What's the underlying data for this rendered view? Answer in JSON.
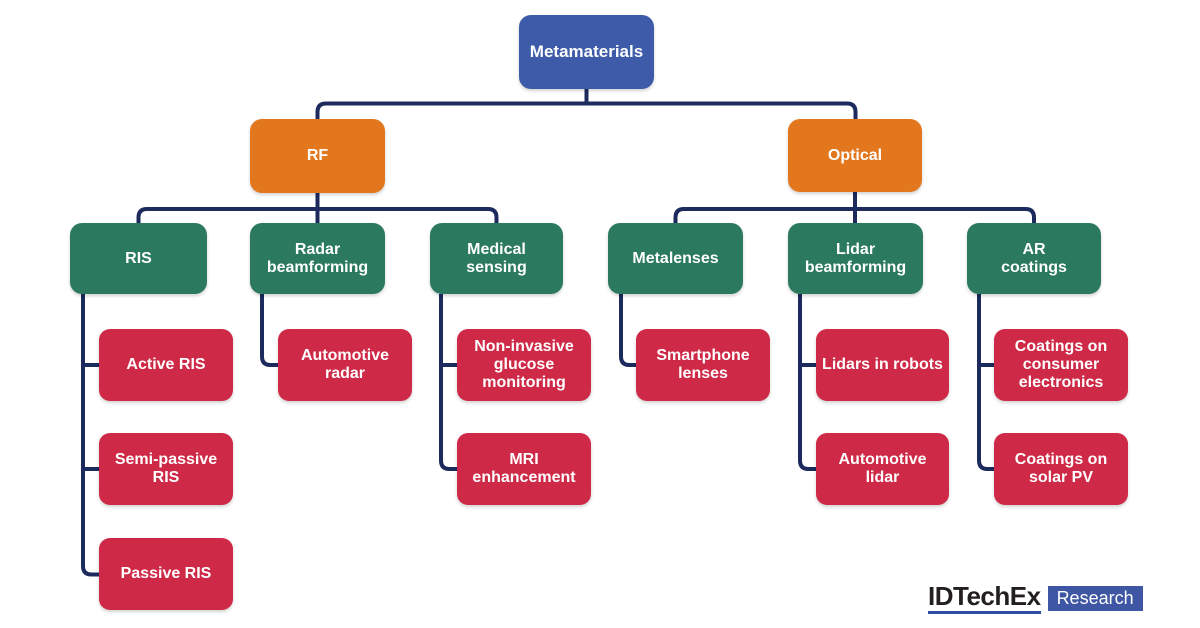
{
  "colors": {
    "root": "#3D5BA8",
    "branch": "#E2771E",
    "category": "#2B7A5F",
    "leaf": "#CE2946",
    "line": "#1C2A5E",
    "background": "#FFFFFF",
    "logo_text": "#231F20",
    "logo_underline": "#2B4EA2",
    "logo_box": "#3E56A3"
  },
  "nodes": {
    "metamaterials": {
      "label": "Metamaterials"
    },
    "rf": {
      "label": "RF"
    },
    "optical": {
      "label": "Optical"
    },
    "ris": {
      "label": "RIS"
    },
    "radar_beamforming": {
      "label": "Radar\nbeamforming"
    },
    "medical_sensing": {
      "label": "Medical\nsensing"
    },
    "metalenses": {
      "label": "Metalenses"
    },
    "lidar_beamforming": {
      "label": "Lidar\nbeamforming"
    },
    "ar_coatings": {
      "label": "AR\ncoatings"
    },
    "active_ris": {
      "label": "Active RIS"
    },
    "semi_passive_ris": {
      "label": "Semi-passive\nRIS"
    },
    "passive_ris": {
      "label": "Passive RIS"
    },
    "automotive_radar": {
      "label": "Automotive\nradar"
    },
    "glucose_monitoring": {
      "label": "Non-invasive\nglucose\nmonitoring"
    },
    "mri_enhancement": {
      "label": "MRI\nenhancement"
    },
    "smartphone_lenses": {
      "label": "Smartphone\nlenses"
    },
    "lidars_in_robots": {
      "label": "Lidars in robots"
    },
    "automotive_lidar": {
      "label": "Automotive lidar"
    },
    "coatings_consumer_electronics": {
      "label": "Coatings on\nconsumer\nelectronics"
    },
    "coatings_solar_pv": {
      "label": "Coatings on\nsolar PV"
    }
  },
  "hierarchy": {
    "Metamaterials": {
      "RF": {
        "RIS": [
          "Active RIS",
          "Semi-passive RIS",
          "Passive RIS"
        ],
        "Radar beamforming": [
          "Automotive radar"
        ],
        "Medical sensing": [
          "Non-invasive glucose monitoring",
          "MRI enhancement"
        ]
      },
      "Optical": {
        "Metalenses": [
          "Smartphone lenses"
        ],
        "Lidar beamforming": [
          "Lidars in robots",
          "Automotive lidar"
        ],
        "AR coatings": [
          "Coatings on consumer electronics",
          "Coatings on solar PV"
        ]
      }
    }
  },
  "logo": {
    "brand": "IDTechEx",
    "division": "Research"
  }
}
